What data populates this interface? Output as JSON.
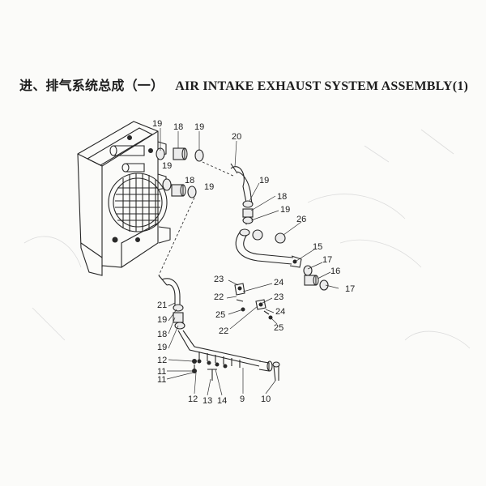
{
  "title": {
    "chinese": "进、排气系统总成（一）",
    "english": "AIR INTAKE EXHAUST SYSTEM ASSEMBLY(1)"
  },
  "callouts": [
    {
      "id": "c19a",
      "text": "19"
    },
    {
      "id": "c18a",
      "text": "18"
    },
    {
      "id": "c19b",
      "text": "19"
    },
    {
      "id": "c20",
      "text": "20"
    },
    {
      "id": "c19c",
      "text": "19"
    },
    {
      "id": "c18b",
      "text": "18"
    },
    {
      "id": "c19d",
      "text": "19"
    },
    {
      "id": "c19e",
      "text": "19"
    },
    {
      "id": "c18c",
      "text": "18"
    },
    {
      "id": "c19f",
      "text": "19"
    },
    {
      "id": "c26",
      "text": "26"
    },
    {
      "id": "c15",
      "text": "15"
    },
    {
      "id": "c17a",
      "text": "17"
    },
    {
      "id": "c16",
      "text": "16"
    },
    {
      "id": "c17b",
      "text": "17"
    },
    {
      "id": "c23a",
      "text": "23"
    },
    {
      "id": "c24a",
      "text": "24"
    },
    {
      "id": "c22a",
      "text": "22"
    },
    {
      "id": "c23b",
      "text": "23"
    },
    {
      "id": "c25a",
      "text": "25"
    },
    {
      "id": "c24b",
      "text": "24"
    },
    {
      "id": "c22b",
      "text": "22"
    },
    {
      "id": "c25b",
      "text": "25"
    },
    {
      "id": "c21",
      "text": "21"
    },
    {
      "id": "c19g",
      "text": "19"
    },
    {
      "id": "c18d",
      "text": "18"
    },
    {
      "id": "c19h",
      "text": "19"
    },
    {
      "id": "c12a",
      "text": "12"
    },
    {
      "id": "c11a",
      "text": "11"
    },
    {
      "id": "c11b",
      "text": "11"
    },
    {
      "id": "c12b",
      "text": "12"
    },
    {
      "id": "c13",
      "text": "13"
    },
    {
      "id": "c14",
      "text": "14"
    },
    {
      "id": "c9",
      "text": "9"
    },
    {
      "id": "c10",
      "text": "10"
    }
  ]
}
